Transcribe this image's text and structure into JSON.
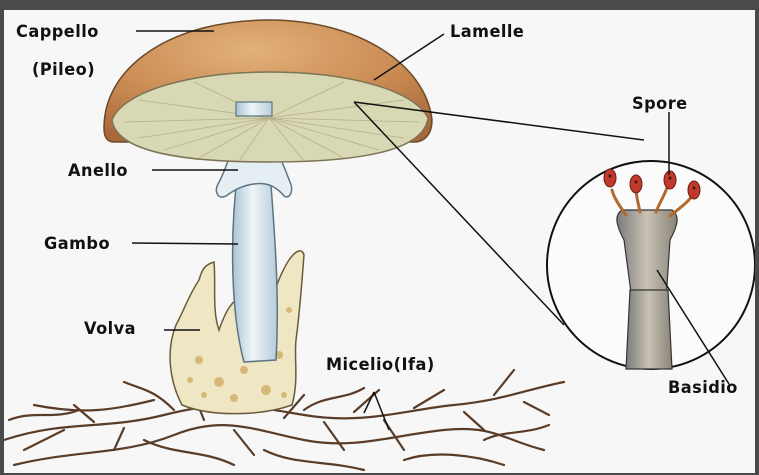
{
  "labels": {
    "cappello": "Cappello",
    "pileo": "(Pileo)",
    "lamelle": "Lamelle",
    "spore": "Spore",
    "anello": "Anello",
    "gambo": "Gambo",
    "volva": "Volva",
    "micelio": "Micelio(Ifa)",
    "basidio": "Basidio"
  },
  "colors": {
    "cap_top": "#c98a52",
    "cap_underside": "#d8d8b4",
    "stem": "#d9e6ec",
    "volva": "#efe6c4",
    "spore": "#c0392b",
    "mycelium": "#5a3d28",
    "background": "#f7f7f7"
  }
}
